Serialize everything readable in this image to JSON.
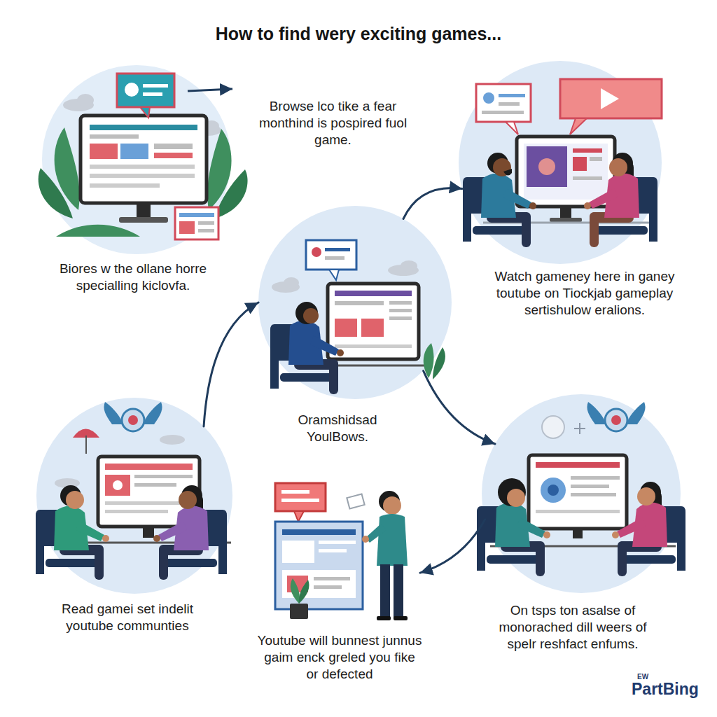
{
  "diagram": {
    "title": "How to find wery exciting games...",
    "nodes": [
      {
        "text": [
          "Biores w the ollane horre specialling kiclovfa."
        ]
      },
      {
        "text": [
          "Watch gameney here in ganey toutube on Tiockjab gameplay sertishulow eralions."
        ]
      },
      {
        "text": [
          "Oramshidsad YoulBows."
        ]
      },
      {
        "text": [
          "Read gamei set indelit youtube communties"
        ]
      },
      {
        "text": [
          "Youtube will bunnest junnus gaim enck greled you fike or defected"
        ]
      },
      {
        "text": [
          "On tsps ton asalse of monorached dill weers of spelr reshfact enfums."
        ]
      }
    ],
    "edges": [
      {
        "from": 3,
        "to": 2,
        "arrow": "to"
      },
      {
        "from": 2,
        "to": 1,
        "arrow": "to"
      },
      {
        "from": 2,
        "to": 5,
        "arrow": "to"
      },
      {
        "from": 5,
        "to": 4,
        "arrow": "to"
      }
    ],
    "labels": [
      "Browse lco tike a fear monthind is pospired fuol game.",
      "EW",
      "PartBing"
    ]
  }
}
